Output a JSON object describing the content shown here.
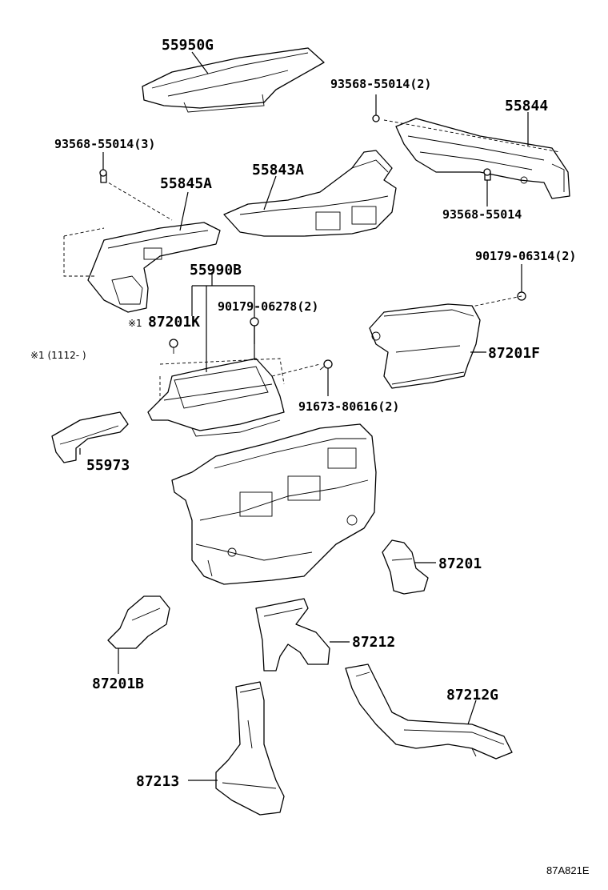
{
  "labels": {
    "p55950G": "55950G",
    "s93568_55014_2": "93568-55014(2)",
    "p55844": "55844",
    "s93568_55014_3": "93568-55014(3)",
    "p55843A": "55843A",
    "p55845A": "55845A",
    "s93568_55014": "93568-55014",
    "s90179_06314_2": "90179-06314(2)",
    "p55990B": "55990B",
    "note_mark": "※1",
    "p87201K": "87201K",
    "s90179_06278_2": "90179-06278(2)",
    "p87201F": "87201F",
    "note_text": "※1 (1112-      )",
    "s91673_80616_2": "91673-80616(2)",
    "p55973": "55973",
    "p87201": "87201",
    "p87212": "87212",
    "p87201B": "87201B",
    "p87212G": "87212G",
    "p87213": "87213",
    "diagram_code": "87A821E"
  }
}
